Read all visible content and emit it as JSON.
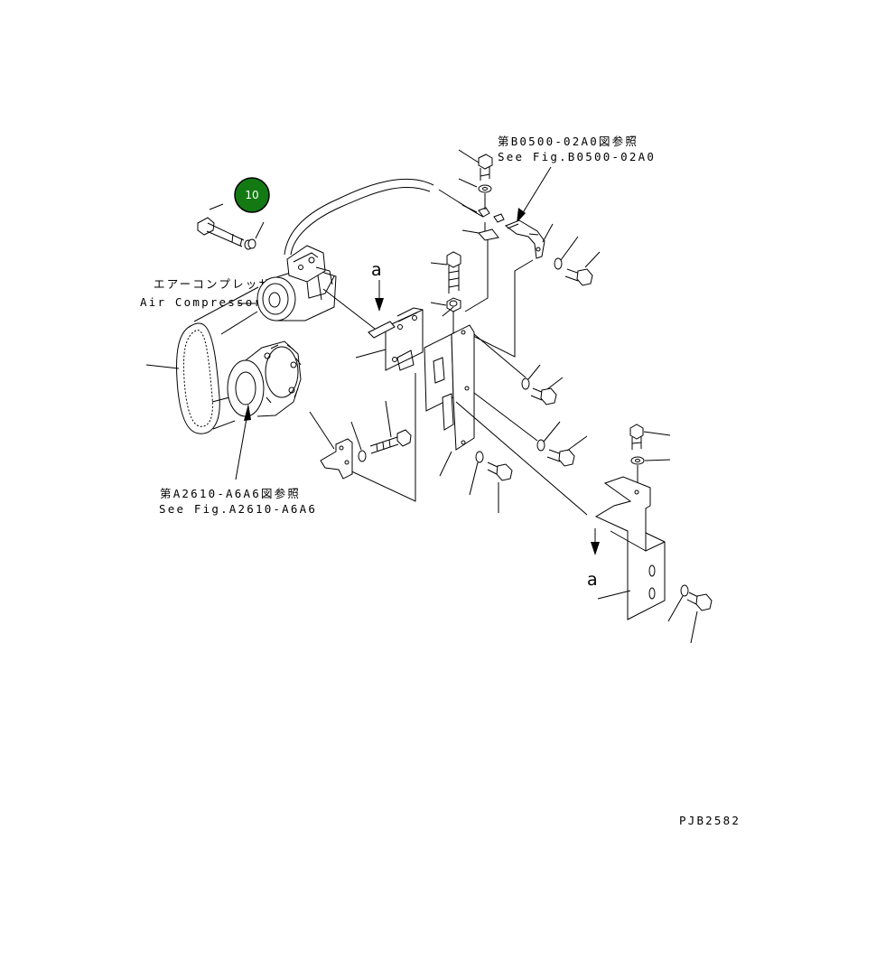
{
  "callout": {
    "number": "10",
    "color": "#137a13"
  },
  "labels": {
    "ref_top_jp": "第B0500-02A0図参照",
    "ref_top_en": "See Fig.B0500-02A0",
    "compressor_jp": "エアーコンプレッサ",
    "compressor_en": "Air Compressor",
    "ref_bottom_jp": "第A2610-A6A6図参照",
    "ref_bottom_en": "See Fig.A2610-A6A6",
    "view_marker_top": "a",
    "view_marker_bottom": "a",
    "drawing_code": "PJB2582"
  }
}
